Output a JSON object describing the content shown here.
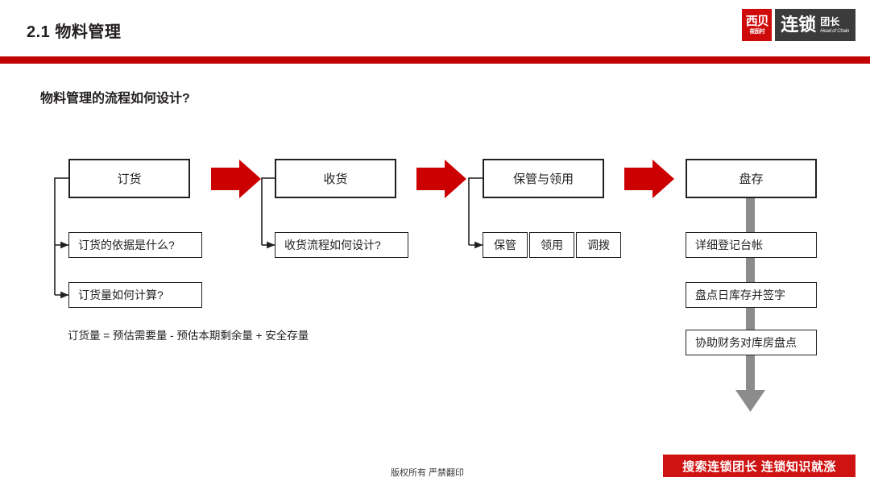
{
  "header": {
    "title": "2.1 物料管理",
    "logo": {
      "brand_cn_top": "西贝",
      "brand_cn_bottom": "莜面村",
      "chain_main": "连锁",
      "chain_sub": "团长",
      "chain_en": "Head of Chain",
      "brand_color": "#cf0a0a",
      "dark_color": "#3b3b3b"
    },
    "rule_color": "#c00404"
  },
  "subtitle": "物料管理的流程如何设计?",
  "diagram": {
    "arrow_color": "#cc0000",
    "gray_arrow_color": "#8c8c8c",
    "main_steps": [
      {
        "label": "订货"
      },
      {
        "label": "收货"
      },
      {
        "label": "保管与领用"
      },
      {
        "label": "盘存"
      }
    ],
    "order_subitems": [
      {
        "label": "订货的依据是什么?"
      },
      {
        "label": "订货量如何计算?"
      }
    ],
    "receive_subitems": [
      {
        "label": "收货流程如何设计?"
      }
    ],
    "storage_subitems": [
      {
        "label": "保管"
      },
      {
        "label": "领用"
      },
      {
        "label": "调拨"
      }
    ],
    "inventory_subitems": [
      {
        "label": "详细登记台帐"
      },
      {
        "label": "盘点日库存并签字"
      },
      {
        "label": "协助财务对库房盘点"
      }
    ],
    "formula": "订货量 = 预估需要量 - 预估本期剩余量 + 安全存量"
  },
  "footer": {
    "copyright": "版权所有 严禁翻印",
    "promo": "搜索连锁团长 连锁知识就涨",
    "promo_color": "#cf1212"
  }
}
